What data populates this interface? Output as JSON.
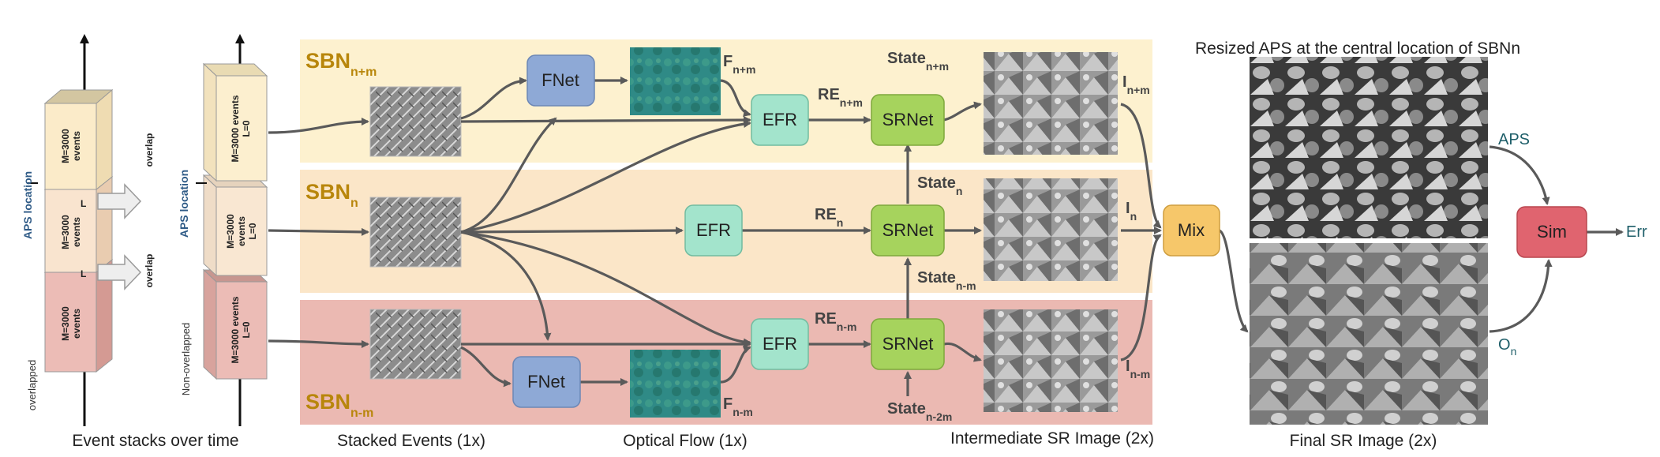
{
  "bands": {
    "top": {
      "main": "SBN",
      "sub": "n+m",
      "color": "#fdf1cf"
    },
    "mid": {
      "main": "SBN",
      "sub": "n",
      "color": "#fbe6c8"
    },
    "bot": {
      "main": "SBN",
      "sub": "n-m",
      "color": "#ebb9b2"
    }
  },
  "nodes": {
    "fnet_top": "FNet",
    "fnet_bot": "FNet",
    "efr_top": "EFR",
    "efr_mid": "EFR",
    "efr_bot": "EFR",
    "srnet_top": "SRNet",
    "srnet_mid": "SRNet",
    "srnet_bot": "SRNet",
    "mix": "Mix",
    "sim": "Sim"
  },
  "labels": {
    "f_top": {
      "main": "F",
      "sub": "n+m"
    },
    "f_bot": {
      "main": "F",
      "sub": "n-m"
    },
    "re_top": {
      "main": "RE",
      "sub": "n+m"
    },
    "re_mid": {
      "main": "RE",
      "sub": "n"
    },
    "re_bot": {
      "main": "RE",
      "sub": "n-m"
    },
    "state_top": {
      "main": "State",
      "sub": "n+m"
    },
    "state_n": {
      "main": "State",
      "sub": "n"
    },
    "state_nm": {
      "main": "State",
      "sub": "n-m"
    },
    "state_n2m": {
      "main": "State",
      "sub": "n-2m"
    },
    "i_top": {
      "main": "I",
      "sub": "n+m"
    },
    "i_mid": {
      "main": "I",
      "sub": "n"
    },
    "i_bot": {
      "main": "I",
      "sub": "n-m"
    },
    "aps": "APS",
    "on": {
      "main": "O",
      "sub": "n"
    },
    "err": "Err"
  },
  "stacks_left": {
    "box_top": [
      "M=3000",
      "events"
    ],
    "box_mid": [
      "M=3000",
      "events"
    ],
    "box_bot": [
      "M=3000",
      "events"
    ],
    "l_mark": "L",
    "overlap": "overlap",
    "aps_location": "APS location",
    "overlapped": "overlapped"
  },
  "stacks_right": {
    "box_top": [
      "M=3000 events",
      "L=0"
    ],
    "box_mid": [
      "M=3000",
      "events",
      "L=0"
    ],
    "box_bot": [
      "M=3000 events",
      "L=0"
    ],
    "aps_location": "APS location",
    "non_overlapped": "Non-overlapped"
  },
  "captions": {
    "event_stacks": "Event stacks over time",
    "stacked_events": "Stacked Events (1x)",
    "optical_flow": "Optical Flow (1x)",
    "intermediate_sr": "Intermediate SR Image (2x)",
    "final_sr": "Final SR Image (2x)",
    "resized_aps": "Resized APS at the central location of SBNn"
  },
  "colors": {
    "fnet": "#8ea9d6",
    "efr": "#a3e4cc",
    "srnet": "#a6d35d",
    "mix": "#f6c76a",
    "sim": "#e0646f"
  }
}
